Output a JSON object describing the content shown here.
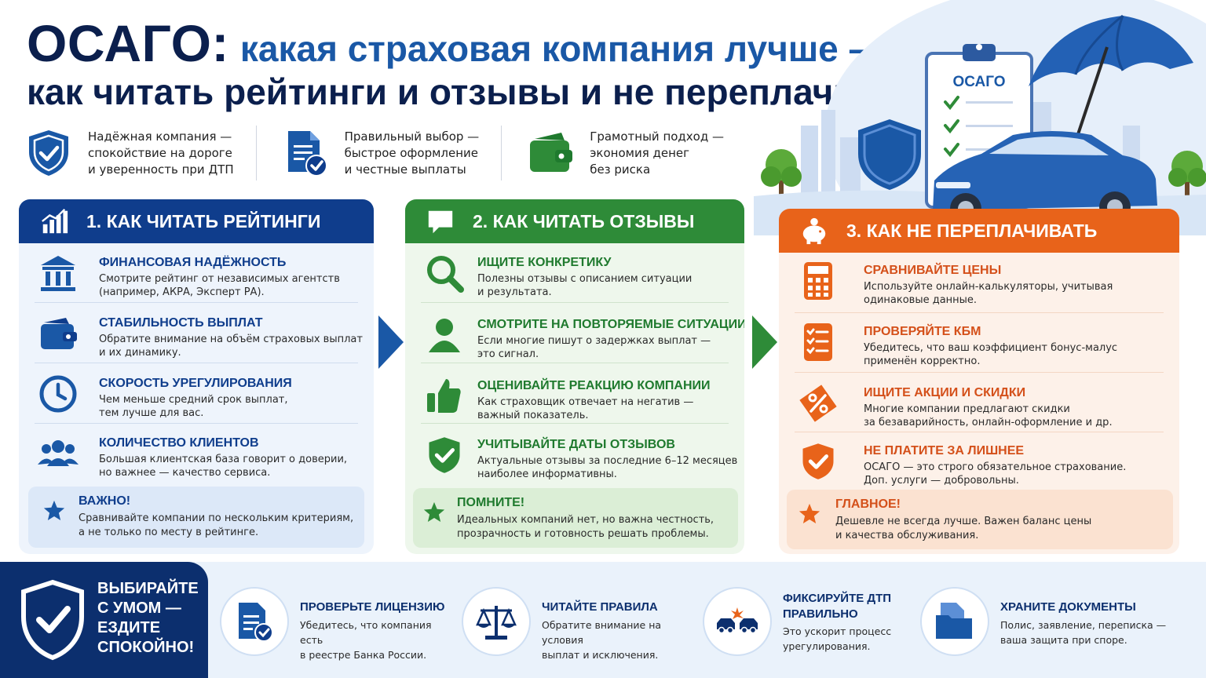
{
  "header": {
    "title_main": "ОСАГО:",
    "title_sub": "какая страховая компания лучше –",
    "title_line2": "как читать рейтинги и отзывы и не переплачивать"
  },
  "benefits": [
    {
      "text": "Надёжная компания —\nспокойствие на дороге\nи уверенность при ДТП",
      "icon": "shield-check-icon"
    },
    {
      "text": "Правильный выбор —\nбыстрое оформление\nи честные выплаты",
      "icon": "document-check-icon"
    },
    {
      "text": "Грамотный подход —\nэкономия денег\nбез риска",
      "icon": "wallet-icon"
    }
  ],
  "hero": {
    "clipboard_label": "ОСАГО"
  },
  "colors": {
    "blue": "#0f3d8c",
    "green": "#2e8b38",
    "orange": "#e8631a",
    "navy": "#0c2f6e"
  },
  "sections": [
    {
      "title": "1. КАК ЧИТАТЬ РЕЙТИНГИ",
      "icon": "bar-chart-icon",
      "items": [
        {
          "title": "ФИНАНСОВАЯ НАДЁЖНОСТЬ",
          "text": "Смотрите рейтинг от независимых агентств\n(например, АКРА, Эксперт РА).",
          "icon": "bank-icon"
        },
        {
          "title": "СТАБИЛЬНОСТЬ ВЫПЛАТ",
          "text": "Обратите внимание на объём страховых выплат\nи их динамику.",
          "icon": "wallet-icon"
        },
        {
          "title": "СКОРОСТЬ УРЕГУЛИРОВАНИЯ",
          "text": "Чем меньше средний срок выплат,\nтем лучше для вас.",
          "icon": "clock-icon"
        },
        {
          "title": "КОЛИЧЕСТВО КЛИЕНТОВ",
          "text": "Большая клиентская база говорит о доверии,\nно важнее — качество сервиса.",
          "icon": "people-icon"
        }
      ],
      "note": {
        "title": "ВАЖНО!",
        "text": "Сравнивайте компании по нескольким критериям,\nа не только по месту в рейтинге."
      }
    },
    {
      "title": "2. КАК ЧИТАТЬ ОТЗЫВЫ",
      "icon": "chat-bubble-icon",
      "items": [
        {
          "title": "ИЩИТЕ КОНКРЕТИКУ",
          "text": "Полезны отзывы с описанием ситуации\nи результата.",
          "icon": "magnifier-icon"
        },
        {
          "title": "СМОТРИТЕ НА ПОВТОРЯЕМЫЕ СИТУАЦИИ",
          "text": "Если многие пишут о задержках выплат —\nэто сигнал.",
          "icon": "person-icon"
        },
        {
          "title": "ОЦЕНИВАЙТЕ РЕАКЦИЮ КОМПАНИИ",
          "text": "Как страховщик отвечает на негатив —\nважный показатель.",
          "icon": "thumbs-up-icon"
        },
        {
          "title": "УЧИТЫВАЙТЕ ДАТЫ ОТЗЫВОВ",
          "text": "Актуальные отзывы за последние 6–12 месяцев\nнаиболее информативны.",
          "icon": "shield-check-icon"
        }
      ],
      "note": {
        "title": "ПОМНИТЕ!",
        "text": "Идеальных компаний нет, но важна честность,\nпрозрачность и готовность решать проблемы."
      }
    },
    {
      "title": "3. КАК НЕ ПЕРЕПЛАЧИВАТЬ",
      "icon": "piggy-bank-icon",
      "items": [
        {
          "title": "СРАВНИВАЙТЕ ЦЕНЫ",
          "text": "Используйте онлайн-калькуляторы, учитывая\nодинаковые данные.",
          "icon": "calculator-icon"
        },
        {
          "title": "ПРОВЕРЯЙТЕ КБМ",
          "text": "Убедитесь, что ваш коэффициент бонус-малус\nприменён корректно.",
          "icon": "checklist-icon"
        },
        {
          "title": "ИЩИТЕ АКЦИИ И СКИДКИ",
          "text": "Многие компании предлагают скидки\nза безаварийность, онлайн-оформление и др.",
          "icon": "percent-tag-icon"
        },
        {
          "title": "НЕ ПЛАТИТЕ ЗА ЛИШНЕЕ",
          "text": "ОСАГО — это строго обязательное страхование.\nДоп. услуги — добровольны.",
          "icon": "shield-check-icon"
        }
      ],
      "note": {
        "title": "ГЛАВНОЕ!",
        "text": "Дешевле не всегда лучше. Важен баланс цены\nи качества обслуживания."
      }
    }
  ],
  "footer": {
    "slogan": "ВЫБИРАЙТЕ\nС УМОМ —\nЕЗДИТЕ\nСПОКОЙНО!",
    "items": [
      {
        "title": "ПРОВЕРЬТЕ ЛИЦЕНЗИЮ",
        "text": "Убедитесь, что компания есть\nв реестре Банка России.",
        "icon": "license-document-icon"
      },
      {
        "title": "ЧИТАЙТЕ ПРАВИЛА",
        "text": "Обратите внимание на условия\nвыплат и исключения.",
        "icon": "scales-icon"
      },
      {
        "title": "ФИКСИРУЙТЕ ДТП\nПРАВИЛЬНО",
        "text": "Это ускорит процесс\nурегулирования.",
        "icon": "car-crash-icon"
      },
      {
        "title": "ХРАНИТЕ ДОКУМЕНТЫ",
        "text": "Полис, заявление, переписка —\nваша защита при споре.",
        "icon": "folder-icon"
      }
    ]
  }
}
